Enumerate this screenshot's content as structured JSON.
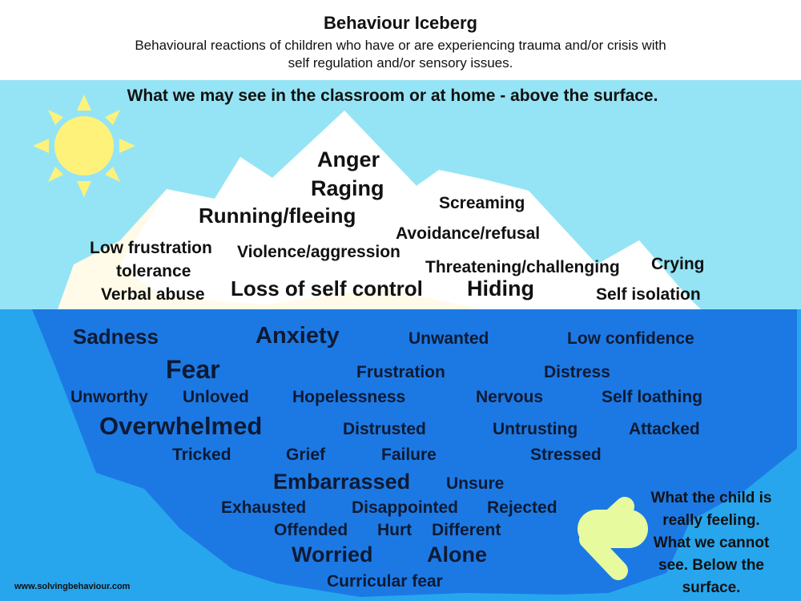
{
  "header": {
    "title": "Behaviour Iceberg",
    "subtitle_line1": "Behavioural reactions of children who have or are experiencing trauma and/or crisis with",
    "subtitle_line2": "self regulation and/or sensory issues."
  },
  "above": {
    "heading": "What we may see in the classroom or at home - above the surface.",
    "words": {
      "anger": "Anger",
      "raging": "Raging",
      "running": "Running/fleeing",
      "screaming": "Screaming",
      "avoidance": "Avoidance/refusal",
      "low_frustration": "Low frustration",
      "tolerance": "tolerance",
      "violence": "Violence/aggression",
      "threatening": "Threatening/challenging",
      "crying": "Crying",
      "verbal_abuse": "Verbal abuse",
      "loss_control": "Loss of self control",
      "hiding": "Hiding",
      "self_isolation": "Self isolation"
    }
  },
  "below": {
    "words": {
      "sadness": "Sadness",
      "anxiety": "Anxiety",
      "unwanted": "Unwanted",
      "low_confidence": "Low confidence",
      "fear": "Fear",
      "frustration": "Frustration",
      "distress": "Distress",
      "unworthy": "Unworthy",
      "unloved": "Unloved",
      "hopelessness": "Hopelessness",
      "nervous": "Nervous",
      "self_loathing": "Self loathing",
      "overwhelmed": "Overwhelmed",
      "distrusted": "Distrusted",
      "untrusting": "Untrusting",
      "attacked": "Attacked",
      "tricked": "Tricked",
      "grief": "Grief",
      "failure": "Failure",
      "stressed": "Stressed",
      "embarrassed": "Embarrassed",
      "unsure": "Unsure",
      "exhausted": "Exhausted",
      "disappointed": "Disappointed",
      "rejected": "Rejected",
      "offended": "Offended",
      "hurt": "Hurt",
      "different": "Different",
      "worried": "Worried",
      "alone": "Alone",
      "curricular_fear": "Curricular fear"
    },
    "note_line1": "What the child is",
    "note_line2": "really feeling.",
    "note_line3": "What we cannot",
    "note_line4": "see. Below the",
    "note_line5": "surface."
  },
  "footer": {
    "website": "www.solvingbehaviour.com"
  },
  "colors": {
    "sky": "#95e4f5",
    "sea": "#27a6ee",
    "iceberg_below": "#1c79e4",
    "ice_above": "#ffffff",
    "sun": "#fff27a",
    "arrow": "#e7fb9e"
  },
  "icons": [
    "sun-icon",
    "arrow-left-icon",
    "iceberg-graphic"
  ]
}
